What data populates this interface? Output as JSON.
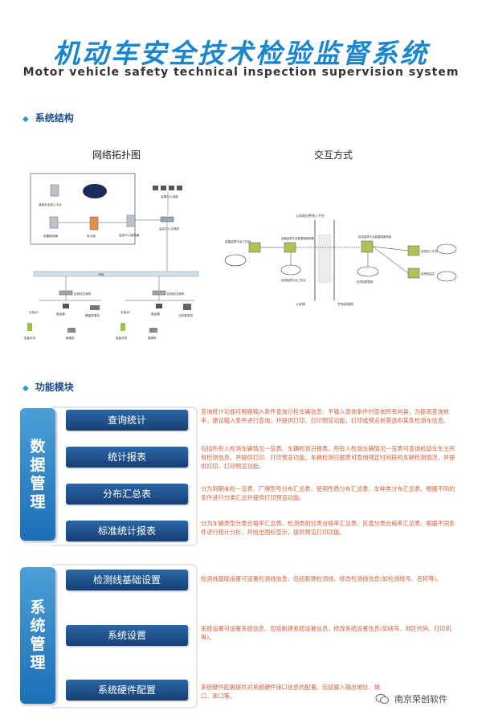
{
  "header": {
    "title_cn": "机动车安全技术检验监督系统",
    "title_en": "Motor vehicle safety technical inspection supervision system"
  },
  "structure": {
    "heading": "系统结构",
    "network_title": "网络拓扑图",
    "interaction_title": "交互方式"
  },
  "modules": {
    "heading": "功能模块",
    "groups": [
      {
        "label": "数据管理",
        "items": [
          {
            "name": "查询统计",
            "desc": "查询统计功能可根据输入条件查询已检车辆信息：不输入查询条件时查询所有内容，为提高查询效率，建议输入条件进行查询；并提供打印、打印预览功能，打印或预览前需选中某条检测车信息。"
          },
          {
            "name": "统计报表",
            "desc": "包括所有人检测车辆情况一览表、车辆检测日报表。所有人检测车辆情况一览表可查询机动车车主所有检测信息，并提供打印、打印预览功能。车辆检测日报表可查询规定时间段内车辆检测情况，并提供打印、打印预览功能。"
          },
          {
            "name": "分布汇总表",
            "desc": "分为到期未检一览表、厂牌型号分布汇总表、使用性质分布汇总表、车种类分布汇总表，根据不同的条件进行分类汇总并提供打印预览功能。"
          },
          {
            "name": "标准统计报表",
            "desc": "分为车辆类型分类合格率汇总表、检测类别分类合格率汇总表、区县分类合格率汇总表。根据不同条件进行统计分析，并给出图标显示，提供预览打印功能。"
          }
        ]
      },
      {
        "label": "系统管理",
        "items": [
          {
            "name": "检测线基础设置",
            "desc": "检测线基础设置可设置检测线信息，包括新建检测线，修改检测线信息(如检测线号、名称等)。"
          },
          {
            "name": "系统设置",
            "desc": "系统设置可设置系统信息，包括新建系统设置信息，修改系统设置信息(如线号、地区代码、打印机等)。"
          },
          {
            "name": "系统硬件配置",
            "desc": "系统硬件配置提供对系统硬件接口信息的配置，包括输入输出地址、端口、串口等。"
          }
        ]
      }
    ]
  },
  "footer": {
    "brand": "南京荣创软件",
    "wechat_icon": "wechat-icon"
  },
  "colors": {
    "title": "#1a86cf",
    "module_button": "#1f5592",
    "group_bar": "#2c86c9",
    "description": "#d0613a"
  },
  "diagram": {
    "network": {
      "labels": [
        "道客安全接入平台",
        "监管中心电脑",
        "前置服务器",
        "防火墙",
        "监控中心服务器",
        "监控中心交换机",
        "专网",
        "检测线交换机",
        "检测线交换机",
        "无线AP",
        "路由器",
        "硬盘录像机",
        "无线AP",
        "路由器",
        "业务登录机",
        "智能手机",
        "摄像机",
        "智能手机",
        "摄像机"
      ]
    },
    "interaction": {
      "labels": [
        "公安网边界接入平台",
        "监管监督平台工作站",
        "监管监督平台数据库服务器",
        "检测监督平台工作站",
        "检测监督平台数据库服务器",
        "检测站数据库",
        "检测站工作站",
        "检测线监控",
        "公安网",
        "专有局域网"
      ]
    }
  }
}
